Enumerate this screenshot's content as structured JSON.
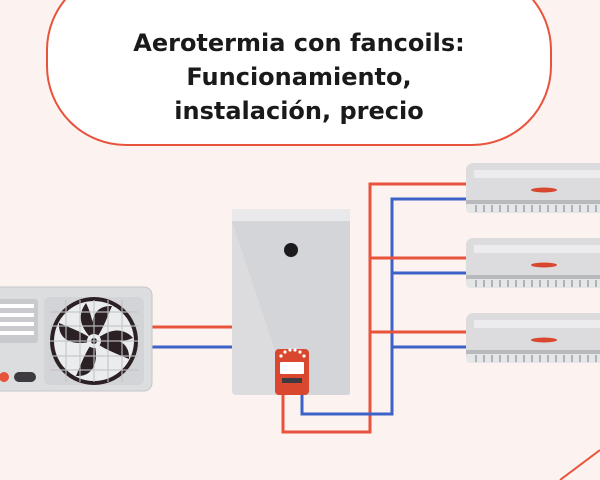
{
  "title": {
    "line1": "Aerotermia con fancoils:",
    "line2": "Funcionamiento,",
    "line3": "instalación, precio"
  },
  "colors": {
    "background": "#fcf2ef",
    "accent": "#e8533c",
    "hot_pipe": "#e8533c",
    "cold_pipe": "#3d63c8",
    "unit_gray": "#d9dadc",
    "fan_dark": "#2b2024"
  },
  "diagram": {
    "components": [
      {
        "name": "outdoor-heat-pump",
        "icon": "fan-icon"
      },
      {
        "name": "hydraulic-module",
        "icon": "boiler-icon"
      },
      {
        "name": "fancoil",
        "count": 3,
        "icon": "air-conditioner-icon"
      }
    ],
    "pipes": [
      "supply-red",
      "return-blue"
    ]
  }
}
